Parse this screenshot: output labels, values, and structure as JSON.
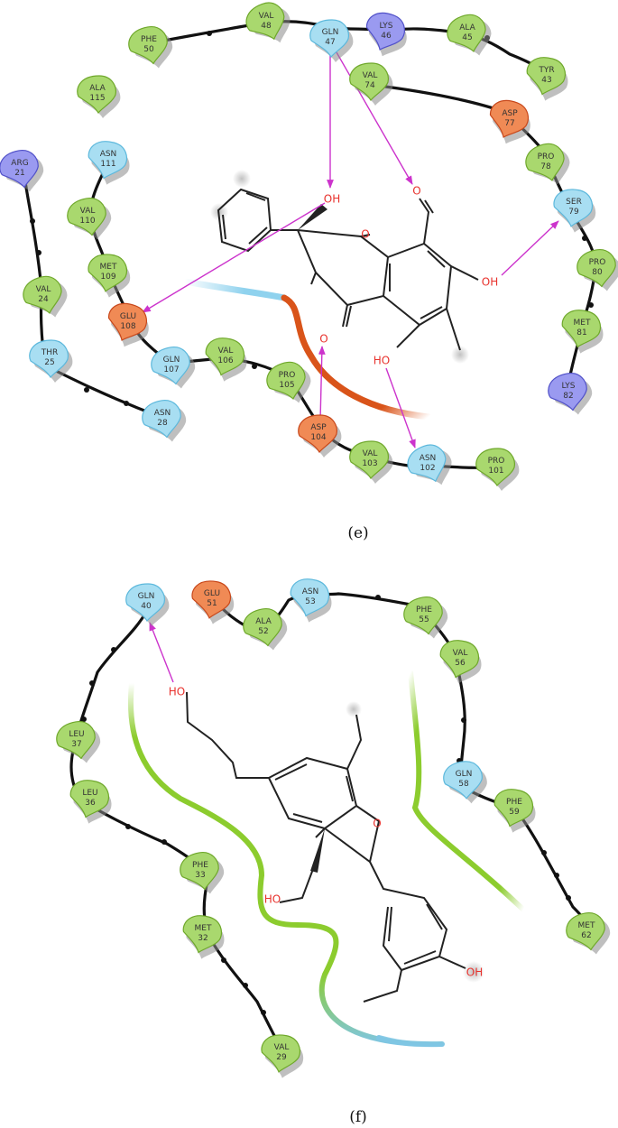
{
  "colors": {
    "hydrophobic_fill": "#a9d86e",
    "hydrophobic_dark": "#6fa82b",
    "polar_fill": "#a8def2",
    "polar_dark": "#5cb8dc",
    "negative_fill": "#f08a55",
    "negative_dark": "#c8481b",
    "positive_fill": "#9a9af0",
    "positive_dark": "#5050c8",
    "hbond": "#cc33cc",
    "backbone": "#111111",
    "atom_text": "#e8322d",
    "bond": "#222222"
  },
  "panel_e": {
    "caption": "(e)",
    "residues": [
      {
        "id": "e_val48",
        "name": "VAL",
        "num": "48",
        "type": "hydrophobic"
      },
      {
        "id": "e_gln47",
        "name": "GLN",
        "num": "47",
        "type": "polar"
      },
      {
        "id": "e_lys46",
        "name": "LYS",
        "num": "46",
        "type": "positive"
      },
      {
        "id": "e_ala45",
        "name": "ALA",
        "num": "45",
        "type": "hydrophobic"
      },
      {
        "id": "e_tyr43",
        "name": "TYR",
        "num": "43",
        "type": "hydrophobic"
      },
      {
        "id": "e_phe50",
        "name": "PHE",
        "num": "50",
        "type": "hydrophobic"
      },
      {
        "id": "e_val74",
        "name": "VAL",
        "num": "74",
        "type": "hydrophobic"
      },
      {
        "id": "e_asp77",
        "name": "ASP",
        "num": "77",
        "type": "negative"
      },
      {
        "id": "e_pro78",
        "name": "PRO",
        "num": "78",
        "type": "hydrophobic"
      },
      {
        "id": "e_ser79",
        "name": "SER",
        "num": "79",
        "type": "polar"
      },
      {
        "id": "e_pro80",
        "name": "PRO",
        "num": "80",
        "type": "hydrophobic"
      },
      {
        "id": "e_met81",
        "name": "MET",
        "num": "81",
        "type": "hydrophobic"
      },
      {
        "id": "e_lys82",
        "name": "LYS",
        "num": "82",
        "type": "positive"
      },
      {
        "id": "e_ala115",
        "name": "ALA",
        "num": "115",
        "type": "hydrophobic"
      },
      {
        "id": "e_arg21",
        "name": "ARG",
        "num": "21",
        "type": "positive"
      },
      {
        "id": "e_asn111",
        "name": "ASN",
        "num": "111",
        "type": "polar"
      },
      {
        "id": "e_val110",
        "name": "VAL",
        "num": "110",
        "type": "hydrophobic"
      },
      {
        "id": "e_met109",
        "name": "MET",
        "num": "109",
        "type": "hydrophobic"
      },
      {
        "id": "e_glu108",
        "name": "GLU",
        "num": "108",
        "type": "negative"
      },
      {
        "id": "e_val24",
        "name": "VAL",
        "num": "24",
        "type": "hydrophobic"
      },
      {
        "id": "e_thr25",
        "name": "THR",
        "num": "25",
        "type": "polar"
      },
      {
        "id": "e_gln107",
        "name": "GLN",
        "num": "107",
        "type": "polar"
      },
      {
        "id": "e_val106",
        "name": "VAL",
        "num": "106",
        "type": "hydrophobic"
      },
      {
        "id": "e_pro105",
        "name": "PRO",
        "num": "105",
        "type": "hydrophobic"
      },
      {
        "id": "e_asn28",
        "name": "ASN",
        "num": "28",
        "type": "polar"
      },
      {
        "id": "e_asp104",
        "name": "ASP",
        "num": "104",
        "type": "negative"
      },
      {
        "id": "e_val103",
        "name": "VAL",
        "num": "103",
        "type": "hydrophobic"
      },
      {
        "id": "e_asn102",
        "name": "ASN",
        "num": "102",
        "type": "polar"
      },
      {
        "id": "e_pro101",
        "name": "PRO",
        "num": "101",
        "type": "hydrophobic"
      }
    ],
    "atoms": {
      "oh1": "OH",
      "o_ald": "O",
      "o_ring": "O",
      "oh2": "OH",
      "o_keto": "O",
      "oh3": "HO"
    }
  },
  "panel_f": {
    "caption": "(f)",
    "residues": [
      {
        "id": "f_gln40",
        "name": "GLN",
        "num": "40",
        "type": "polar"
      },
      {
        "id": "f_glu51",
        "name": "GLU",
        "num": "51",
        "type": "negative"
      },
      {
        "id": "f_ala52",
        "name": "ALA",
        "num": "52",
        "type": "hydrophobic"
      },
      {
        "id": "f_asn53",
        "name": "ASN",
        "num": "53",
        "type": "polar"
      },
      {
        "id": "f_phe55",
        "name": "PHE",
        "num": "55",
        "type": "hydrophobic"
      },
      {
        "id": "f_val56",
        "name": "VAL",
        "num": "56",
        "type": "hydrophobic"
      },
      {
        "id": "f_leu37",
        "name": "LEU",
        "num": "37",
        "type": "hydrophobic"
      },
      {
        "id": "f_leu36",
        "name": "LEU",
        "num": "36",
        "type": "hydrophobic"
      },
      {
        "id": "f_gln58",
        "name": "GLN",
        "num": "58",
        "type": "polar"
      },
      {
        "id": "f_phe59",
        "name": "PHE",
        "num": "59",
        "type": "hydrophobic"
      },
      {
        "id": "f_phe33",
        "name": "PHE",
        "num": "33",
        "type": "hydrophobic"
      },
      {
        "id": "f_met32",
        "name": "MET",
        "num": "32",
        "type": "hydrophobic"
      },
      {
        "id": "f_met62",
        "name": "MET",
        "num": "62",
        "type": "hydrophobic"
      },
      {
        "id": "f_val29",
        "name": "VAL",
        "num": "29",
        "type": "hydrophobic"
      }
    ],
    "atoms": {
      "ho1": "HO",
      "o_ring": "O",
      "ho2": "HO",
      "oh3": "OH"
    }
  }
}
